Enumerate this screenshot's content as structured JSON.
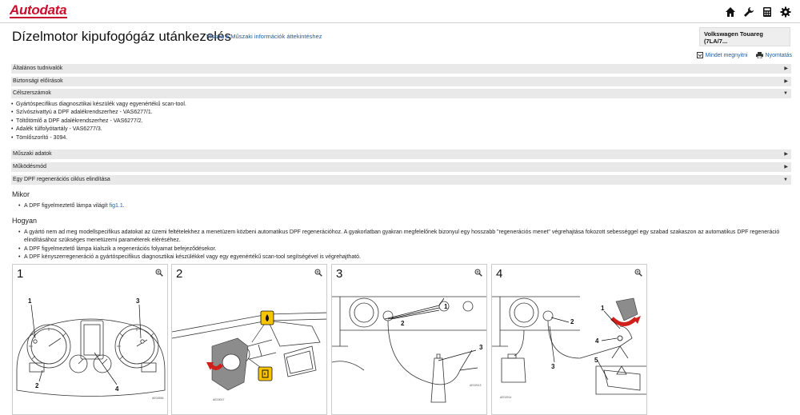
{
  "app": {
    "logo": "Autodata"
  },
  "header": {
    "title": "Dízelmotor kipufogógáz utánkezelés",
    "back_link": "Vissza a Műszaki információk áttekintéshez"
  },
  "vehicle": {
    "line1": "Volkswagen Touareg",
    "line2": "(7LA/7..."
  },
  "actions": {
    "show_all": "Mindet megnyitni",
    "print": "Nyomtatás"
  },
  "sections": {
    "general": "Általános tudnivalók",
    "safety": "Biztonsági előírások",
    "tools": "Célszerszámok",
    "tech_data": "Műszaki adatok",
    "operation": "Működésmód",
    "dpf_regen": "Egy DPF regenerációs ciklus elindítása"
  },
  "tools": [
    "Gyártóspecifikus diagnosztikai készülék vagy egyenértékű scan-tool.",
    "Szívószivattyú a DPF adalékrendszerhez - VAS6277/1.",
    "Töltőtömlő a DPF adalékrendszerhez - VAS6277/2.",
    "Adalék túlfolyótartály - VAS6277/3.",
    "Tömlőszorító - 3094."
  ],
  "when": {
    "heading": "Mikor",
    "item_text": "A DPF figyelmeztető lámpa világít ",
    "item_link": "fig1.1",
    "item_end": "."
  },
  "how": {
    "heading": "Hogyan",
    "items": [
      "A gyártó nem ad meg modellspecifikus adatokat az üzemi feltételekhez a menetüzem közbeni automatikus DPF regenerációhoz. A gyakorlatban gyakran megfelelőnek bizonyul egy hosszabb \"regenerációs menet\" végrehajtása fokozott sebességgel egy szabad szakaszon az automatikus DPF regeneráció elindításához szükséges menetüzemi paraméterek eléréséhez.",
      "A DPF figyelmeztető lámpa kialszik a regenerációs folyamat befejeződésekor.",
      "A DPF kényszerregeneráció a gyártóspecifikus diagnosztikai készülékkel vagy egy egyenértékű scan-tool segítségével is végrehajtható."
    ]
  },
  "figures": [
    {
      "num": "1",
      "code": "AE02656",
      "labels": [
        "1",
        "2",
        "3",
        "4"
      ]
    },
    {
      "num": "2",
      "code": "AE03007",
      "labels": []
    },
    {
      "num": "3",
      "code": "AE02913",
      "labels": [
        "1",
        "2",
        "3"
      ]
    },
    {
      "num": "4",
      "code": "AE02914",
      "labels": [
        "1",
        "2",
        "3",
        "4",
        "5"
      ]
    }
  ]
}
